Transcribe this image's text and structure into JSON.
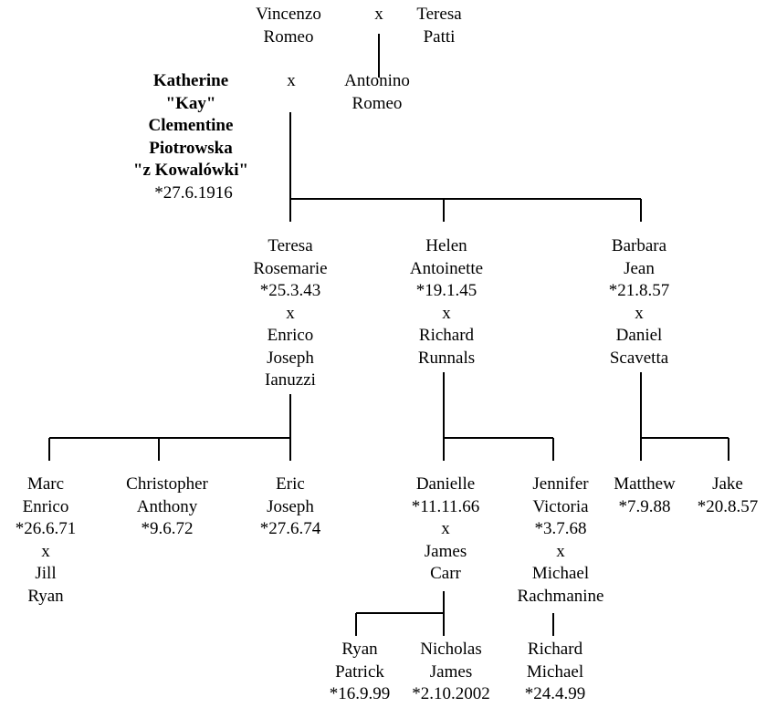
{
  "people": {
    "vincenzo": "Vincenzo\nRomeo",
    "marriage_gp": "x",
    "teresa_patti": "Teresa\nPatti",
    "katherine": "Katherine\n\"Kay\"\nClementine\nPiotrowska\n\"z Kowalówki\"",
    "katherine_birth": "*27.6.1916",
    "marriage_parents": "x",
    "antonino": "Antonino\nRomeo",
    "teresa_rosemarie": "Teresa\nRosemarie\n*25.3.43\nx\nEnrico\nJoseph\nIanuzzi",
    "helen": "Helen\nAntoinette\n*19.1.45\nx\nRichard\nRunnals",
    "barbara": "Barbara\nJean\n*21.8.57\nx\nDaniel\nScavetta",
    "marc": "Marc\nEnrico\n*26.6.71\nx\nJill\nRyan",
    "christopher": "Christopher\nAnthony\n*9.6.72",
    "eric": "Eric\nJoseph\n*27.6.74",
    "danielle": "Danielle\n*11.11.66\nx\nJames\nCarr",
    "jennifer": "Jennifer\nVictoria\n*3.7.68\nx\nMichael\nRachmanine",
    "matthew": "Matthew\n*7.9.88",
    "jake": "Jake\n*20.8.57",
    "ryan": "Ryan\nPatrick\n*16.9.99",
    "nicholas": "Nicholas\nJames\n*2.10.2002",
    "richard_michael": "Richard\nMichael\n*24.4.99"
  }
}
